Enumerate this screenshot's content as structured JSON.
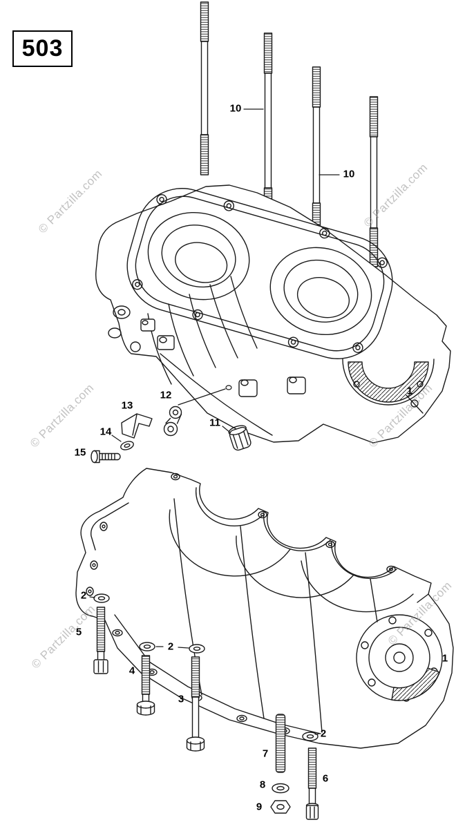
{
  "page": {
    "number": "503"
  },
  "watermark": {
    "text": "© Partzilla.com"
  },
  "callouts": [
    {
      "part": "cylinder-stud-group-front",
      "label": "10"
    },
    {
      "part": "cylinder-stud-group-rear",
      "label": "10"
    },
    {
      "part": "upper-crankcase-half",
      "label": "1"
    },
    {
      "part": "bracket",
      "label": "13"
    },
    {
      "part": "link",
      "label": "12"
    },
    {
      "part": "damper-sleeve",
      "label": "11"
    },
    {
      "part": "washer-small",
      "label": "14"
    },
    {
      "part": "bolt-small",
      "label": "15"
    },
    {
      "part": "washer-left",
      "label": "2"
    },
    {
      "part": "socket-screw-left",
      "label": "5"
    },
    {
      "part": "washer-middle",
      "label": "2"
    },
    {
      "part": "hex-bolt-middle",
      "label": "4"
    },
    {
      "part": "hex-bolt-long",
      "label": "3"
    },
    {
      "part": "washer-right",
      "label": "2"
    },
    {
      "part": "stud-short",
      "label": "7"
    },
    {
      "part": "washer-bottom",
      "label": "8"
    },
    {
      "part": "nut",
      "label": "9"
    },
    {
      "part": "bolt-right",
      "label": "6"
    },
    {
      "part": "lower-crankcase-half",
      "label": "1"
    }
  ]
}
